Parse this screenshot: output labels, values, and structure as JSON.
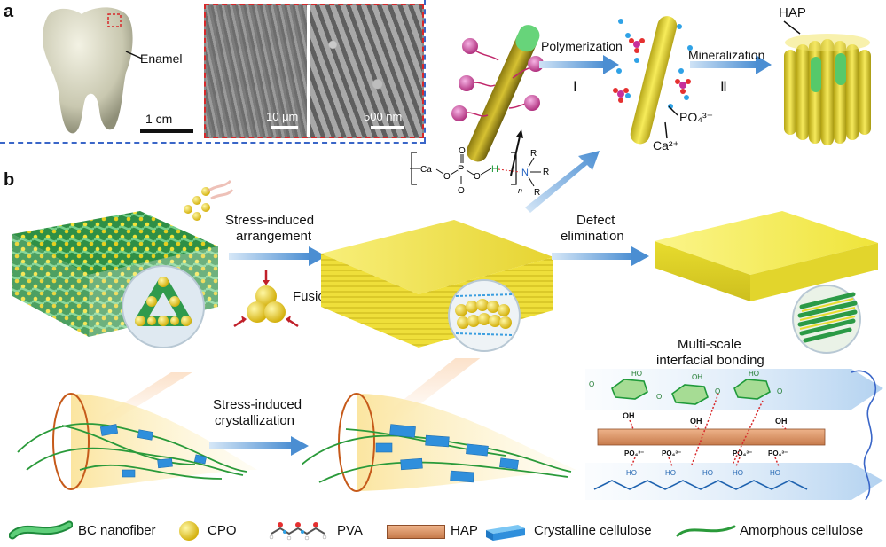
{
  "panel_a": {
    "letter": "a",
    "tooth_label": "Enamel",
    "tooth_scale": "1 cm",
    "sem_scale_left": "10 μm",
    "sem_scale_right": "500 nm",
    "step1": "Polymerization",
    "step1_num": "Ⅰ",
    "step2": "Mineralization",
    "step2_num": "Ⅱ",
    "hap_label": "HAP",
    "po4_label": "PO₄³⁻",
    "ca_label": "Ca²⁺",
    "formula_ca": "Ca",
    "formula_p": "P",
    "formula_o": "O",
    "formula_n_sub": "n",
    "formula_h": "H",
    "formula_N": "N",
    "formula_r": "R"
  },
  "panel_b": {
    "letter": "b",
    "stress_arrangement": [
      "Stress-induced",
      "arrangement"
    ],
    "fusion": "Fusion",
    "defect_elimination": [
      "Defect",
      "elimination"
    ],
    "stress_crystallization": [
      "Stress-induced",
      "crystallization"
    ],
    "bonding_title": [
      "Multi-scale",
      "interfacial bonding"
    ],
    "oh": "OH",
    "ho": "HO",
    "po4_small": "PO₄³⁻"
  },
  "legend": [
    {
      "label": "BC nanofiber",
      "icon": "bc-nanofiber-icon"
    },
    {
      "label": "CPO",
      "icon": "cpo-sphere-icon"
    },
    {
      "label": "PVA",
      "icon": "pva-molecule-icon"
    },
    {
      "label": "HAP",
      "icon": "hap-bar-icon"
    },
    {
      "label": "Crystalline cellulose",
      "icon": "crystalline-cellulose-icon"
    },
    {
      "label": "Amorphous cellulose",
      "icon": "amorphous-cellulose-icon"
    }
  ],
  "colors": {
    "green": "#3fae5a",
    "yellow": "#f2e23a",
    "blue_arrow": "#5b9ad6",
    "hap": "#d9956a",
    "crystalline": "#3a9ee0",
    "dash_blue": "#3a66c8",
    "dash_red": "#d8282a"
  }
}
